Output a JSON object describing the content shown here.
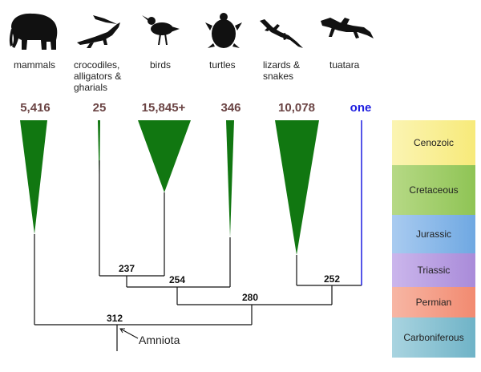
{
  "taxa": [
    {
      "id": "mammals",
      "label": "mammals",
      "icon": "elephant-icon",
      "count": "5,416"
    },
    {
      "id": "crocodilians",
      "label": "crocodiles,\nalligators &\ngharials",
      "icon": "crocodile-icon",
      "count": "25"
    },
    {
      "id": "birds",
      "label": "birds",
      "icon": "bird-icon",
      "count": "15,845+"
    },
    {
      "id": "turtles",
      "label": "turtles",
      "icon": "turtle-icon",
      "count": "346"
    },
    {
      "id": "lizards",
      "label": "lizards &\nsnakes",
      "icon": "lizard-icon",
      "count": "10,078"
    },
    {
      "id": "tuatara",
      "label": "tuatara",
      "icon": "tuatara-icon",
      "count": "one",
      "highlight_color": "#1d1de0"
    }
  ],
  "nodes": {
    "archosaurs": "237",
    "archelosaurs": "254",
    "lepidosaurs": "252",
    "sauropsids": "280",
    "amniotes": "312"
  },
  "root_label": "Amniota",
  "eras": [
    {
      "name": "Cenozoic",
      "color": "#f7ea7a"
    },
    {
      "name": "Cretaceous",
      "color": "#8fc455"
    },
    {
      "name": "Jurassic",
      "color": "#6fa8e2"
    },
    {
      "name": "Triassic",
      "color": "#a98bd9"
    },
    {
      "name": "Permian",
      "color": "#f28a70"
    },
    {
      "name": "Carboniferous",
      "color": "#6fb3c7"
    }
  ],
  "colors": {
    "clade_fill": "#117711",
    "count_text": "#6b4444"
  }
}
